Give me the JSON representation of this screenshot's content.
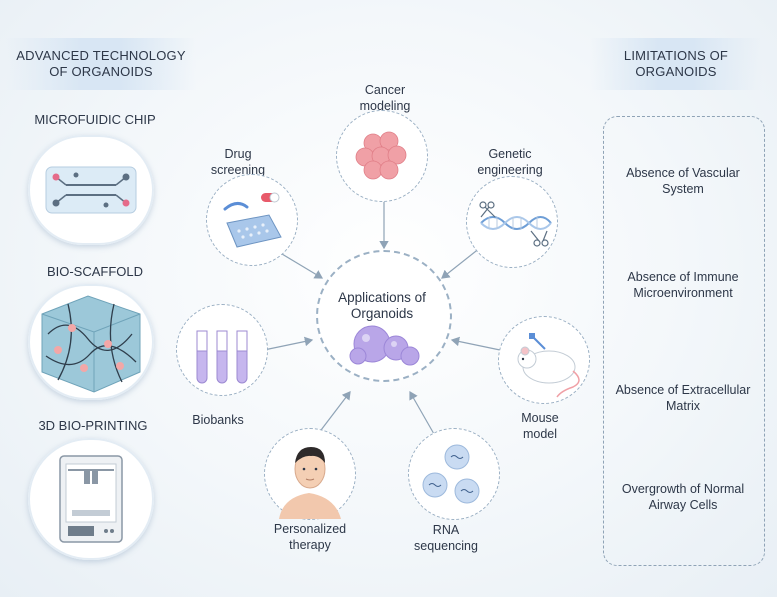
{
  "left_header": {
    "line1": "ADVANCED TECHNOLOGY",
    "line2": "OF ORGANOIDS"
  },
  "right_header": {
    "line1": "LIMITATIONS OF",
    "line2": "ORGANOIDS"
  },
  "technologies": [
    {
      "label": "MICROFUIDIC CHIP",
      "icon": "microfluidic-chip-icon"
    },
    {
      "label": "BIO-SCAFFOLD",
      "icon": "bio-scaffold-icon"
    },
    {
      "label": "3D BIO-PRINTING",
      "icon": "bio-printer-icon"
    }
  ],
  "center": {
    "line1": "Applications of",
    "line2": "Organoids"
  },
  "applications": {
    "cancer": {
      "line1": "Cancer",
      "line2": "modeling"
    },
    "drug": {
      "line1": "Drug",
      "line2": "screening"
    },
    "genetic": {
      "line1": "Genetic",
      "line2": "engineering"
    },
    "biobanks": {
      "line1": "Biobanks"
    },
    "mouse": {
      "line1": "Mouse",
      "line2": "model"
    },
    "personalized": {
      "line1": "Personalized",
      "line2": "therapy"
    },
    "rna": {
      "line1": "RNA",
      "line2": "sequencing"
    }
  },
  "limitations": [
    {
      "line1": "Absence of Vascular",
      "line2": "System"
    },
    {
      "line1": "Absence of Immune",
      "line2": "Microenvironment"
    },
    {
      "line1": "Absence of Extracellular",
      "line2": "Matrix"
    },
    {
      "line1": "Overgrowth of Normal",
      "line2": "Airway Cells"
    }
  ],
  "colors": {
    "accent": "#d8e6f4",
    "organoid": "#b9a6e8",
    "cancer": "#f0a0a6",
    "arrow": "#8fa3b6"
  }
}
